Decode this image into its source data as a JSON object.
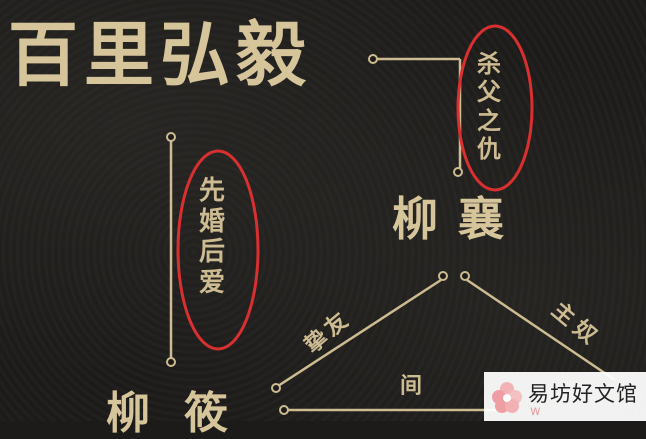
{
  "title": "百里弘毅",
  "labels": {
    "left_vertical": "先婚后爱",
    "right_vertical": "杀父之仇",
    "node_liuxiang": "柳襄",
    "bottom_name": "柳筱",
    "diag_left": "挚友",
    "diag_mid": "间",
    "diag_right": "主奴"
  },
  "watermark": {
    "text": "易坊好文馆",
    "sub": "w"
  },
  "colors": {
    "gold": "#cdbb92",
    "annotation_red": "#d83030",
    "background": "#1d1c1a"
  }
}
